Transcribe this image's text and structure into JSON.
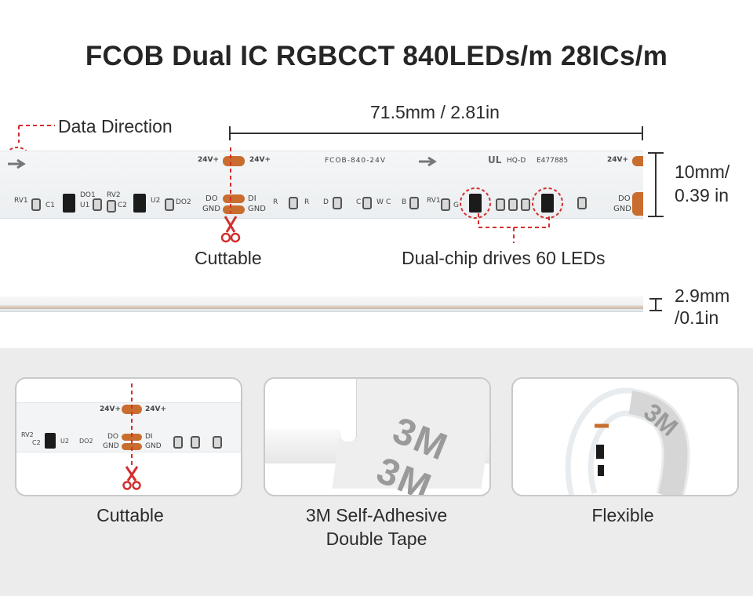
{
  "title": "FCOB Dual IC RGBCCT 840LEDs/m 28ICs/m",
  "labels": {
    "data_direction": "Data Direction",
    "length_dim": "71.5mm / 2.81in",
    "width_dim_1": "10mm/",
    "width_dim_2": "0.39 in",
    "cuttable": "Cuttable",
    "dual_chip": "Dual-chip drives 60 LEDs",
    "thickness_1": "2.9mm",
    "thickness_2": "/0.1in"
  },
  "strip_print": {
    "v24_left": "24V+",
    "v24_right": "24V+",
    "v24_end": "24V+",
    "model": "FCOB-840-24V",
    "cert": "HQ-D",
    "cert_no": "E477885",
    "do": "DO",
    "gnd": "GND",
    "di": "DI",
    "gnd2": "GND",
    "do_end": "DO",
    "gnd_end": "GND",
    "rv1": "RV1",
    "c1": "C1",
    "do1": "DO1",
    "u1": "U1",
    "rv2": "RV2",
    "c2": "C2",
    "u2": "U2",
    "do2": "DO2",
    "r": "R",
    "d": "D",
    "c": "C",
    "w": "W",
    "b": "B",
    "g": "G"
  },
  "cards": [
    {
      "caption": "Cuttable"
    },
    {
      "caption_1": "3M Self-Adhesive",
      "caption_2": "Double Tape"
    },
    {
      "caption": "Flexible"
    }
  ],
  "card1_print": {
    "v24_a": "24V+",
    "v24_b": "24V+",
    "rv2": "RV2",
    "c2": "C2",
    "u2": "U2",
    "do2": "DO2",
    "do": "DO",
    "gnd": "GND",
    "di": "DI",
    "gnd2": "GND"
  },
  "colors": {
    "copper_pad": "#c96d2e",
    "cut_marker": "#d32f2f",
    "panel_bg": "#ececec"
  },
  "icons": [
    "scissors-icon",
    "arrow-right-icon",
    "ul-mark-icon"
  ]
}
